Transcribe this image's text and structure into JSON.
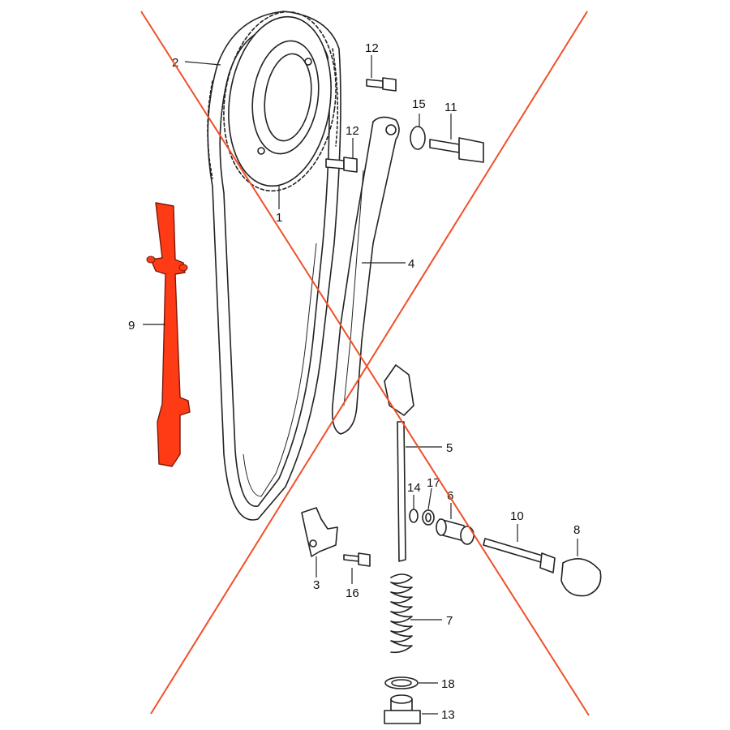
{
  "labels": {
    "p1": "1",
    "p2": "2",
    "p3": "3",
    "p4": "4",
    "p5": "5",
    "p6": "6",
    "p7": "7",
    "p8": "8",
    "p9": "9",
    "p10": "10",
    "p11": "11",
    "p12a": "12",
    "p12b": "12",
    "p13": "13",
    "p14": "14",
    "p15": "15",
    "p16": "16",
    "p17": "17",
    "p18": "18"
  },
  "colors": {
    "highlight": "#ff3b16",
    "cross": "#f0502a",
    "ink": "#222222"
  }
}
